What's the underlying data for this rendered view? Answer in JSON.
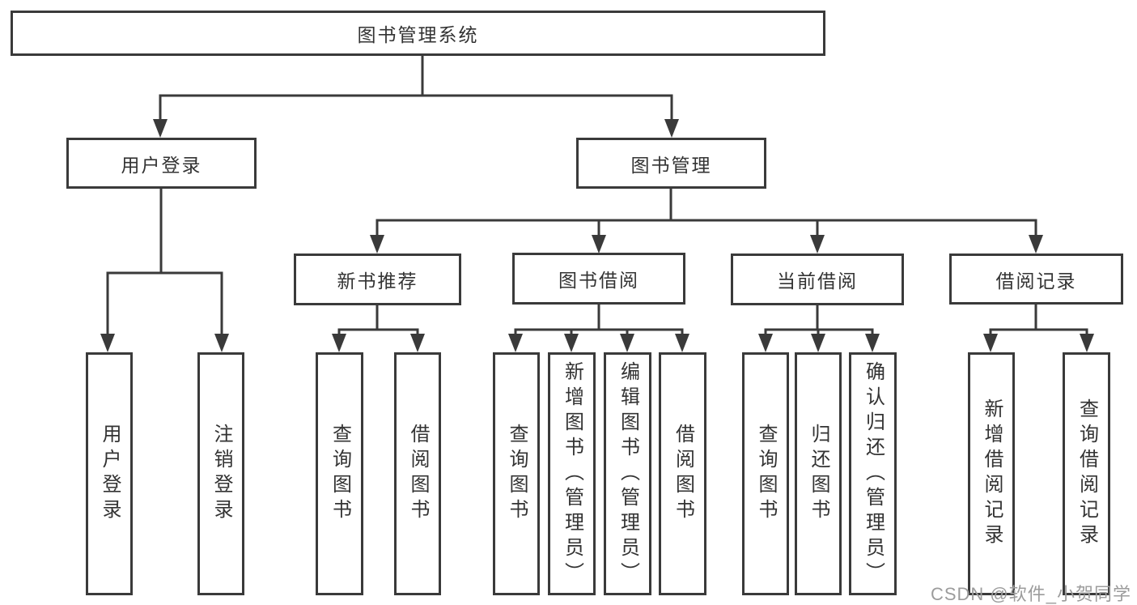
{
  "diagram": {
    "root": "图书管理系统",
    "level2": [
      "用户登录",
      "图书管理"
    ],
    "level3": [
      "新书推荐",
      "图书借阅",
      "当前借阅",
      "借阅记录"
    ],
    "leaves": {
      "user_login": [
        "用户登录",
        "注销登录"
      ],
      "new_book": [
        "查询图书",
        "借阅图书"
      ],
      "borrow": [
        "查询图书",
        "新增图书（管理员）",
        "编辑图书（管理员）",
        "借阅图书"
      ],
      "current": [
        "查询图书",
        "归还图书",
        "确认归还（管理员）"
      ],
      "records": [
        "新增借阅记录",
        "查询借阅记录"
      ]
    }
  },
  "watermark": {
    "text": "CSDN @软件_小贺同学"
  },
  "colors": {
    "line": "#3a3a3a",
    "text": "#333333",
    "watermark": "#9c9c9c",
    "background": "#ffffff"
  }
}
